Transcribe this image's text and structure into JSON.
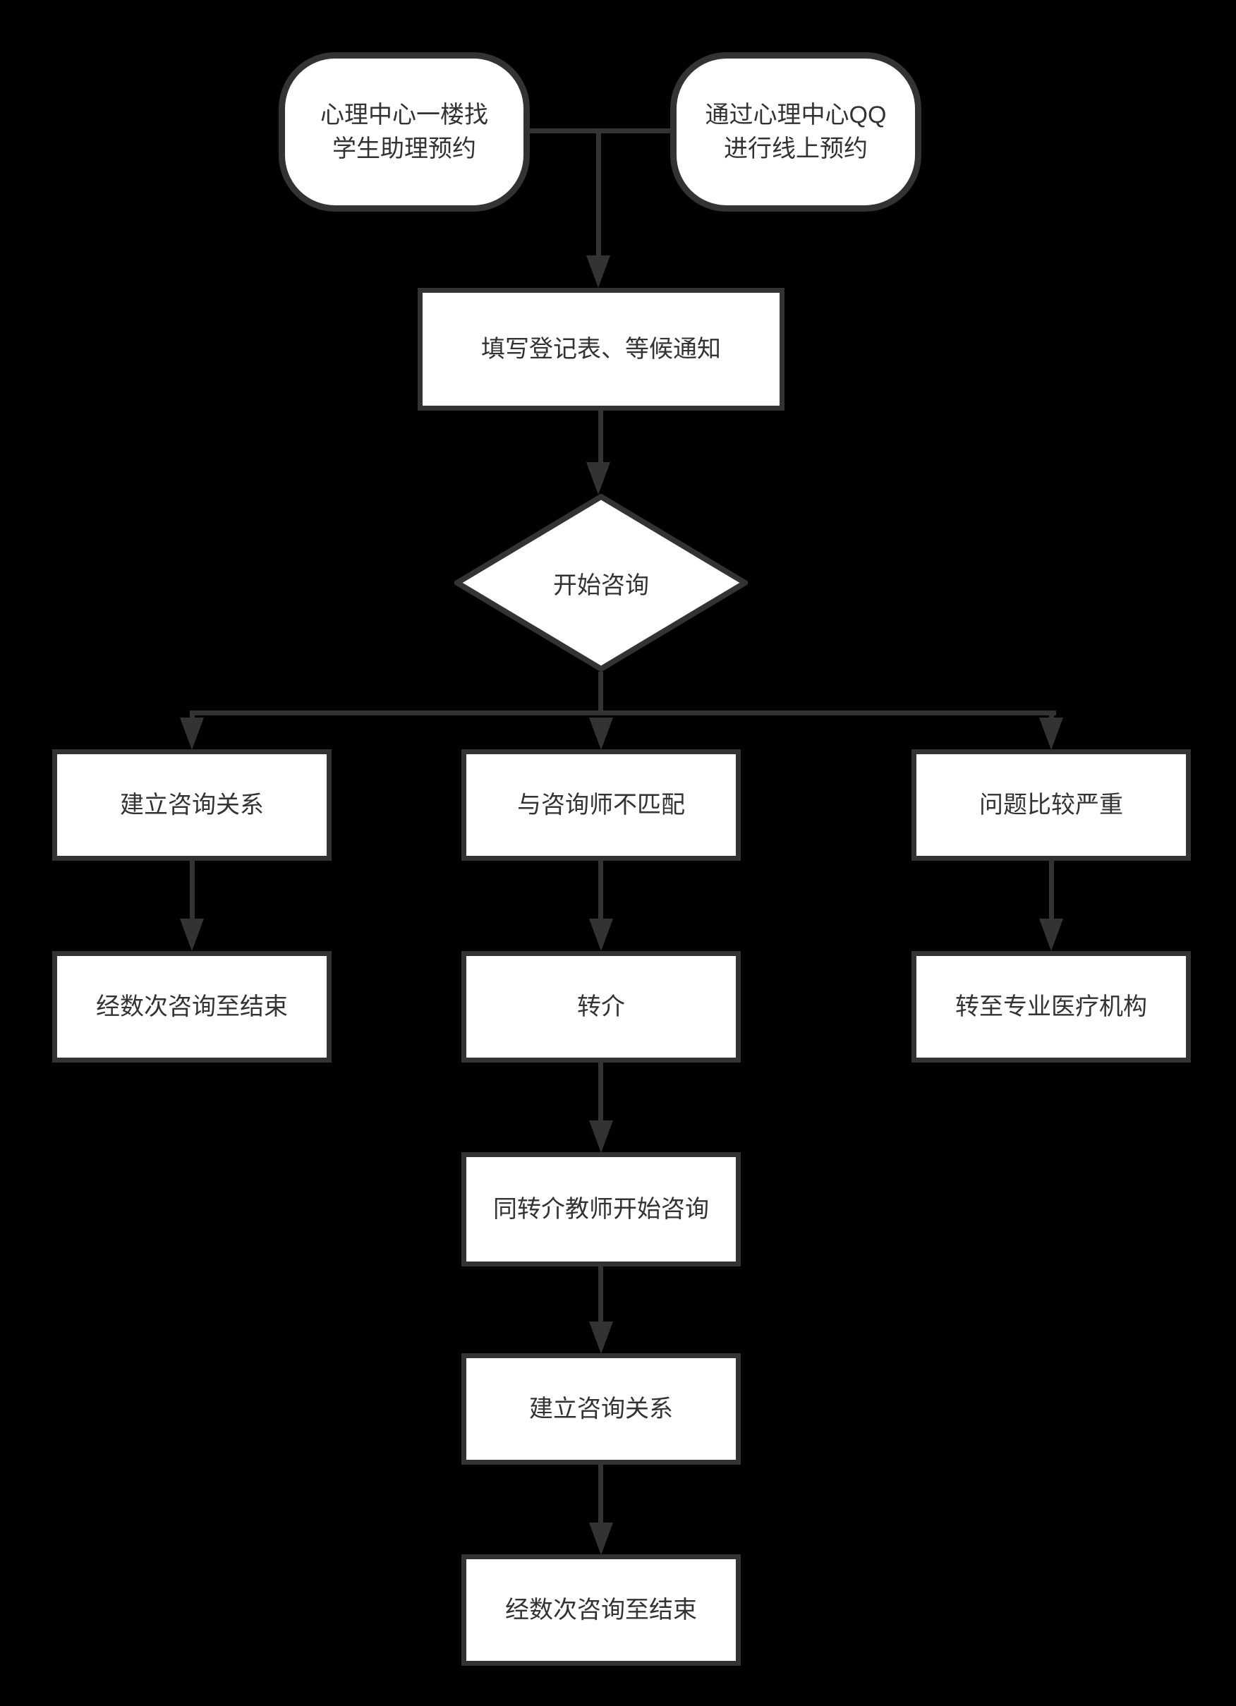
{
  "flowchart": {
    "colors": {
      "background": "#000000",
      "node_fill": "#ffffff",
      "line": "#333333",
      "text": "#333333"
    },
    "nodes": {
      "start_offline": {
        "label": "心理中心一楼找\n学生助理预约"
      },
      "start_online": {
        "label": "通过心理中心QQ\n进行线上预约"
      },
      "register": {
        "label": "填写登记表、等候通知"
      },
      "decision_start": {
        "label": "开始咨询"
      },
      "branch_relation": {
        "label": "建立咨询关系"
      },
      "branch_mismatch": {
        "label": "与咨询师不匹配"
      },
      "branch_severe": {
        "label": "问题比较严重"
      },
      "relation_finish": {
        "label": "经数次咨询至结束"
      },
      "referral": {
        "label": "转介"
      },
      "severe_transfer": {
        "label": "转至专业医疗机构"
      },
      "referral_start": {
        "label": "同转介教师开始咨询"
      },
      "referral_relation": {
        "label": "建立咨询关系"
      },
      "referral_finish": {
        "label": "经数次咨询至结束"
      }
    }
  }
}
